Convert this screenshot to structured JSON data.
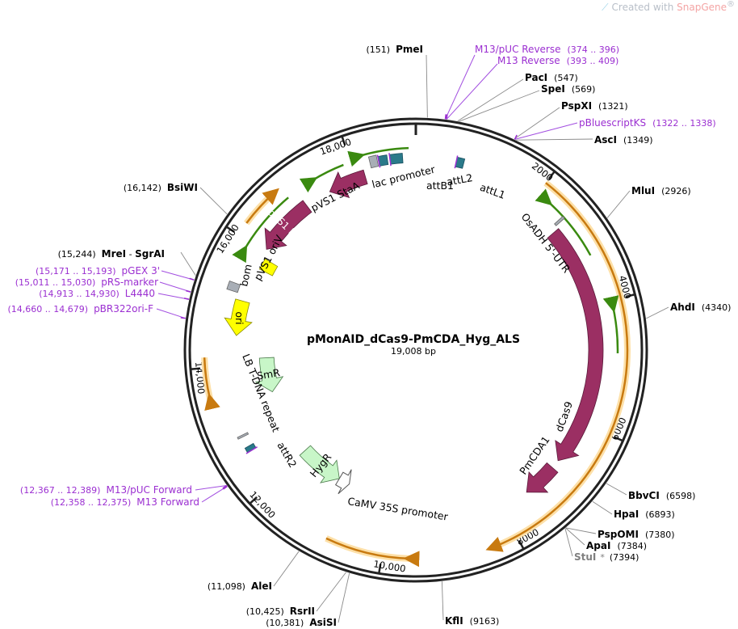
{
  "watermark": {
    "prefix": "Created with",
    "brand": "SnapGene",
    "reg": "®"
  },
  "plasmid": {
    "name": "pMonAID_dCas9-PmCDA_Hyg_ALS",
    "size_label": "19,008 bp",
    "length": 19008
  },
  "colors": {
    "cds": "#9b2f63",
    "primer": "#9b2fd1",
    "rep_origin": "#ffff00",
    "misc": "#a8aeb6",
    "marker": "#c8f6c8",
    "orange": "#f7a93b",
    "green": "#4a9c1a",
    "backbone": "#222222"
  },
  "scale_ticks": [
    {
      "pos": 2000,
      "label": "2000"
    },
    {
      "pos": 4000,
      "label": "4000"
    },
    {
      "pos": 6000,
      "label": "6000"
    },
    {
      "pos": 8000,
      "label": "8000"
    },
    {
      "pos": 10000,
      "label": "10,000"
    },
    {
      "pos": 12000,
      "label": "12,000"
    },
    {
      "pos": 14000,
      "label": "14,000"
    },
    {
      "pos": 16000,
      "label": "16,000"
    },
    {
      "pos": 18000,
      "label": "18,000"
    }
  ],
  "features": [
    {
      "name": "OsADH 5'-UTR",
      "start": 2520,
      "end": 2560,
      "type": "misc",
      "icon": "small-box-icon"
    },
    {
      "name": "dCas9",
      "start": 2620,
      "end": 6750,
      "type": "cds",
      "direction": "cw"
    },
    {
      "name": "PmCDA1",
      "start": 6900,
      "end": 7500,
      "type": "cds",
      "direction": "cw"
    },
    {
      "name": "CaMV 35S promoter",
      "start": 10900,
      "end": 11130,
      "type": "promoter",
      "direction": "ccw"
    },
    {
      "name": "HygR",
      "start": 11130,
      "end": 12030,
      "type": "marker",
      "direction": "ccw"
    },
    {
      "name": "attR2",
      "start": 12600,
      "end": 12680,
      "type": "att",
      "direction": "ccw"
    },
    {
      "name": "LB T-DNA repeat",
      "start": 12850,
      "end": 12880,
      "type": "misc"
    },
    {
      "name": "SmR",
      "start": 13400,
      "end": 14100,
      "type": "marker",
      "direction": "ccw"
    },
    {
      "name": "ori",
      "start": 14500,
      "end": 15090,
      "type": "rep_origin",
      "direction": "ccw"
    },
    {
      "name": "bom",
      "start": 15200,
      "end": 15330,
      "type": "misc"
    },
    {
      "name": "pVS1 oriV",
      "start": 15700,
      "end": 15900,
      "type": "rep_origin"
    },
    {
      "name": "pVS1 R...",
      "start": 16050,
      "end": 17050,
      "type": "cds",
      "direction": "ccw"
    },
    {
      "name": "pVS1 StaA",
      "start": 17500,
      "end": 18150,
      "type": "cds",
      "direction": "ccw"
    },
    {
      "name": "lac promoter",
      "start": 18280,
      "end": 18400,
      "type": "misc"
    },
    {
      "name": "attB1",
      "start": 18420,
      "end": 18560,
      "type": "att"
    },
    {
      "name": "attL2",
      "start": 18600,
      "end": 18800,
      "type": "att"
    },
    {
      "name": "attL1",
      "start": 640,
      "end": 760,
      "type": "att"
    }
  ],
  "inner_ring_arrows": [
    {
      "start": 2000,
      "end": 8400,
      "color": "orange",
      "direction": "cw"
    },
    {
      "start": 2200,
      "end": 3250,
      "color": "green",
      "direction": "ccw"
    },
    {
      "start": 4100,
      "end": 4800,
      "color": "green",
      "direction": "ccw"
    },
    {
      "start": 9600,
      "end": 10850,
      "color": "orange",
      "direction": "ccw"
    },
    {
      "start": 13550,
      "end": 14150,
      "color": "orange",
      "direction": "ccw"
    },
    {
      "start": 15850,
      "end": 16900,
      "color": "green",
      "direction": "ccw"
    },
    {
      "start": 16200,
      "end": 16800,
      "color": "orange",
      "direction": "cw"
    },
    {
      "start": 17350,
      "end": 17880,
      "color": "green",
      "direction": "ccw"
    },
    {
      "start": 18150,
      "end": 18900,
      "color": "green",
      "direction": "ccw"
    }
  ],
  "labels": [
    {
      "kind": "enzyme",
      "name": "PmeI",
      "pos_label": "(151)",
      "site": 151
    },
    {
      "kind": "primer",
      "name": "M13/pUC Reverse",
      "range_label": "(374 .. 396)",
      "site": 385
    },
    {
      "kind": "primer",
      "name": "M13 Reverse",
      "range_label": "(393 .. 409)",
      "site": 401
    },
    {
      "kind": "enzyme",
      "name": "PacI",
      "pos_label": "(547)",
      "site": 547
    },
    {
      "kind": "enzyme",
      "name": "SpeI",
      "pos_label": "(569)",
      "site": 569
    },
    {
      "kind": "enzyme",
      "name": "PspXI",
      "pos_label": "(1321)",
      "site": 1321
    },
    {
      "kind": "primer",
      "name": "pBluescriptKS",
      "range_label": "(1322 .. 1338)",
      "site": 1330
    },
    {
      "kind": "enzyme",
      "name": "AscI",
      "pos_label": "(1349)",
      "site": 1349
    },
    {
      "kind": "enzyme",
      "name": "MluI",
      "pos_label": "(2926)",
      "site": 2926
    },
    {
      "kind": "enzyme",
      "name": "AhdI",
      "pos_label": "(4340)",
      "site": 4340
    },
    {
      "kind": "enzyme",
      "name": "BbvCI",
      "pos_label": "(6598)",
      "site": 6598
    },
    {
      "kind": "enzyme",
      "name": "HpaI",
      "pos_label": "(6893)",
      "site": 6893
    },
    {
      "kind": "enzyme",
      "name": "PspOMI",
      "pos_label": "(7380)",
      "site": 7380
    },
    {
      "kind": "enzyme",
      "name": "ApaI",
      "pos_label": "(7384)",
      "site": 7384
    },
    {
      "kind": "enzyme",
      "name": "StuI",
      "pos_label": "(7394)",
      "site": 7394,
      "note": "*",
      "grey": true
    },
    {
      "kind": "enzyme",
      "name": "KflI",
      "pos_label": "(9163)",
      "site": 9163
    },
    {
      "kind": "enzyme",
      "name": "RsrII",
      "pos_label": "(10,425)",
      "site": 10425
    },
    {
      "kind": "enzyme",
      "name": "AsiSI",
      "pos_label": "(10,381)",
      "site": 10381
    },
    {
      "kind": "enzyme",
      "name": "AleI",
      "pos_label": "(11,098)",
      "site": 11098
    },
    {
      "kind": "primer",
      "name": "M13/pUC Forward",
      "range_label": "(12,367 .. 12,389)",
      "site": 12378
    },
    {
      "kind": "primer",
      "name": "M13 Forward",
      "range_label": "(12,358 .. 12,375)",
      "site": 12366
    },
    {
      "kind": "primer",
      "name": "pBR322ori-F",
      "range_label": "(14,660 .. 14,679)",
      "site": 14670
    },
    {
      "kind": "primer",
      "name": "L4440",
      "range_label": "(14,913 .. 14,930)",
      "site": 14921
    },
    {
      "kind": "primer",
      "name": "pRS-marker",
      "range_label": "(15,011 .. 15,030)",
      "site": 15020
    },
    {
      "kind": "primer",
      "name": "pGEX 3'",
      "range_label": "(15,171 .. 15,193)",
      "site": 15182
    },
    {
      "kind": "enzyme",
      "name": "MreI",
      "name2": "SgrAI",
      "pos_label": "(15,244)",
      "site": 15244
    },
    {
      "kind": "enzyme",
      "name": "BsiWI",
      "pos_label": "(16,142)",
      "site": 16142
    }
  ]
}
